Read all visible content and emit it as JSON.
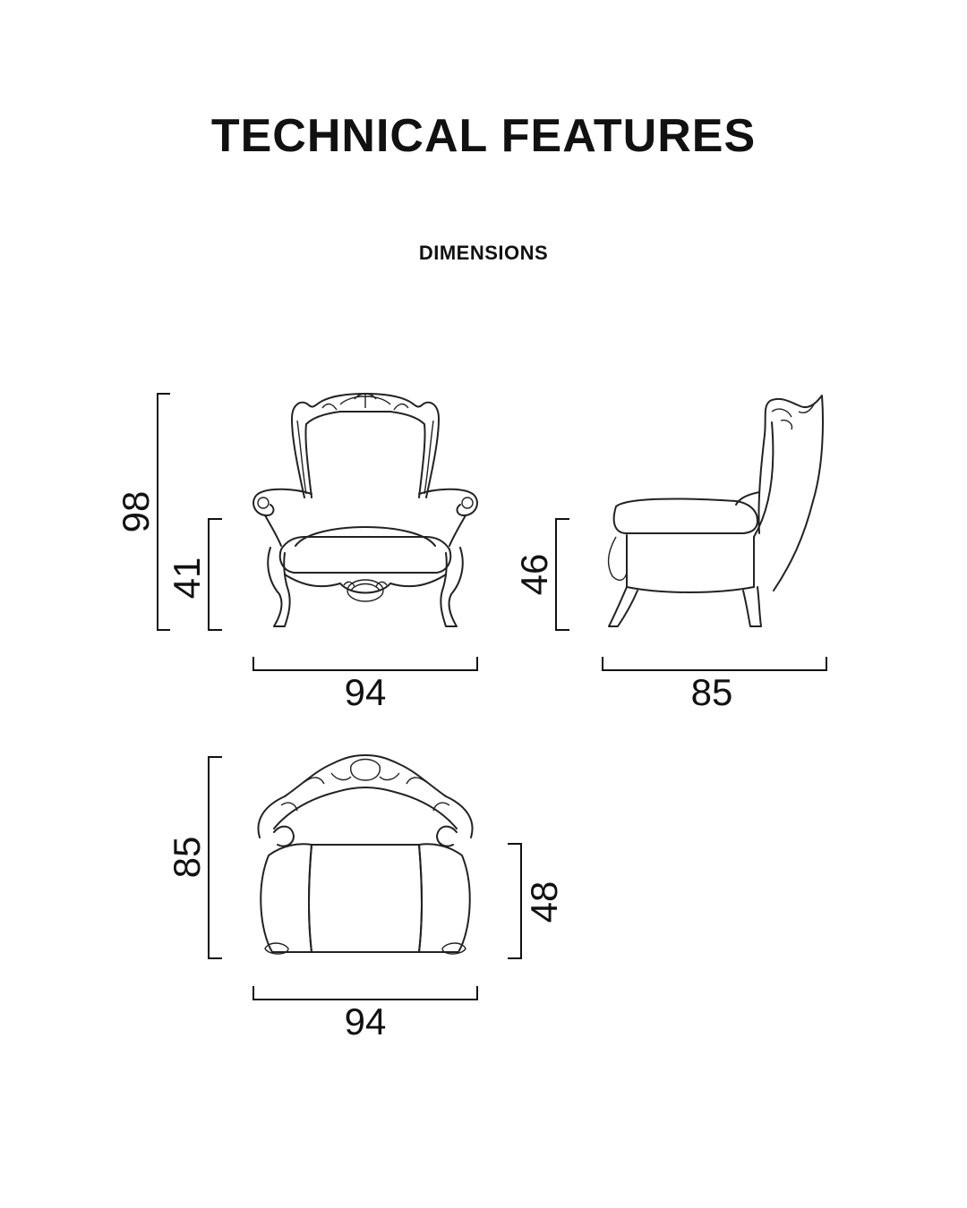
{
  "title": "TECHNICAL FEATURES",
  "subtitle": "DIMENSIONS",
  "views": {
    "front": {
      "total_height": "98",
      "seat_height": "41",
      "width": "94"
    },
    "side": {
      "seat_height": "46",
      "depth": "85"
    },
    "top": {
      "depth": "85",
      "seat_depth": "48",
      "width": "94"
    }
  }
}
